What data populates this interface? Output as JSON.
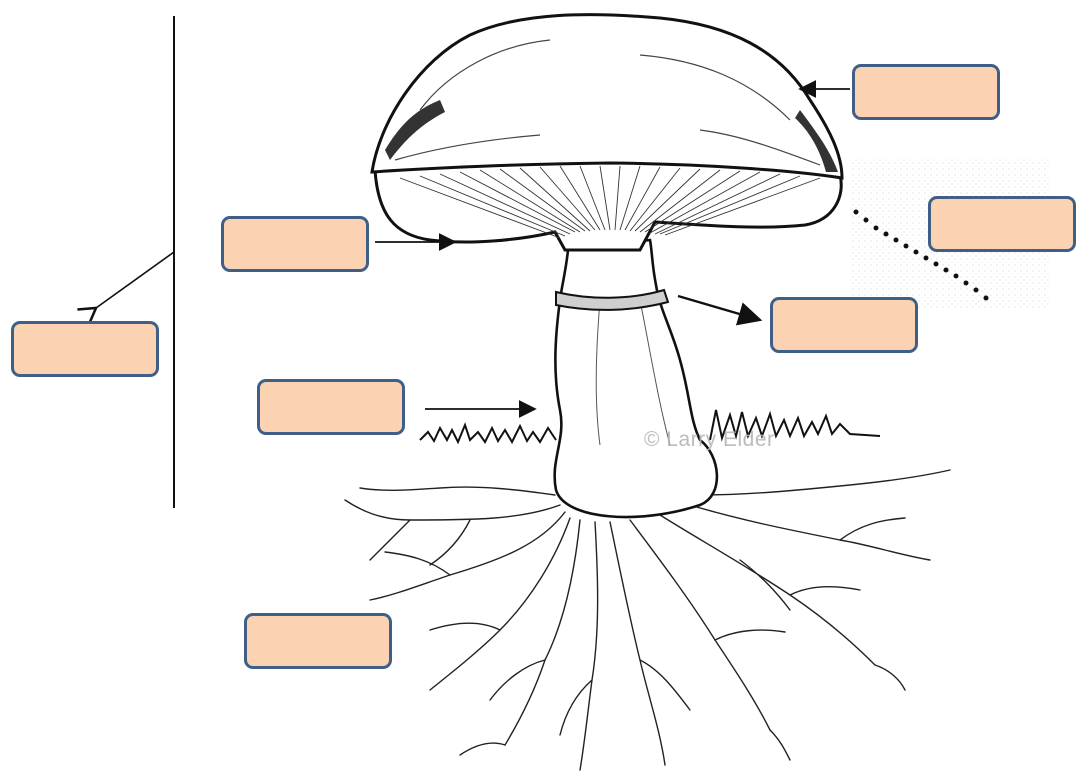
{
  "diagram": {
    "watermark": "© Larry Elder",
    "colors": {
      "label_fill": "#fbd3b3",
      "label_border": "#3f5f88",
      "ink": "#111111"
    },
    "labels": [
      {
        "id": "cap",
        "text": ""
      },
      {
        "id": "spores",
        "text": ""
      },
      {
        "id": "gills",
        "text": ""
      },
      {
        "id": "ring",
        "text": ""
      },
      {
        "id": "fruiting-body",
        "text": ""
      },
      {
        "id": "stalk",
        "text": ""
      },
      {
        "id": "hyphae",
        "text": ""
      }
    ]
  }
}
